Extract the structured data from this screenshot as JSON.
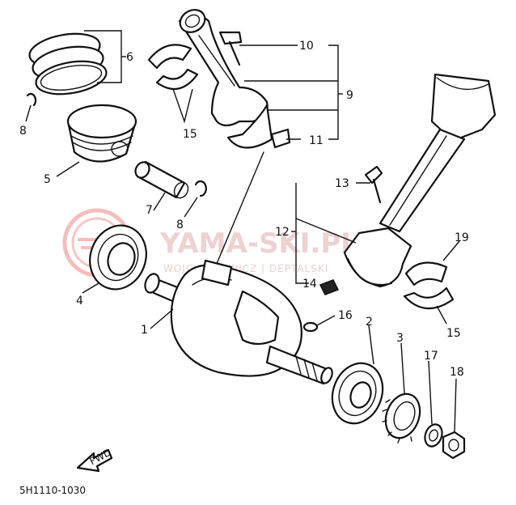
{
  "callouts": {
    "n1": "1",
    "n2": "2",
    "n3": "3",
    "n4": "4",
    "n5": "5",
    "n6": "6",
    "n7": "7",
    "n8a": "8",
    "n8b": "8",
    "n9": "9",
    "n10": "10",
    "n11": "11",
    "n12": "12",
    "n13": "13",
    "n14": "14",
    "n15a": "15",
    "n15b": "15",
    "n16": "16",
    "n17": "17",
    "n18": "18",
    "n19": "19"
  },
  "diagram_code": "5H1110-1030",
  "fwd_label": "FWD",
  "watermark": {
    "title": "YAMA-SKI.PL",
    "subtitle": "WOJCIECHOWICZ | DEPTALSKI",
    "color": "#e05a5a"
  },
  "colors": {
    "ink": "#111111",
    "paper": "#ffffff"
  }
}
